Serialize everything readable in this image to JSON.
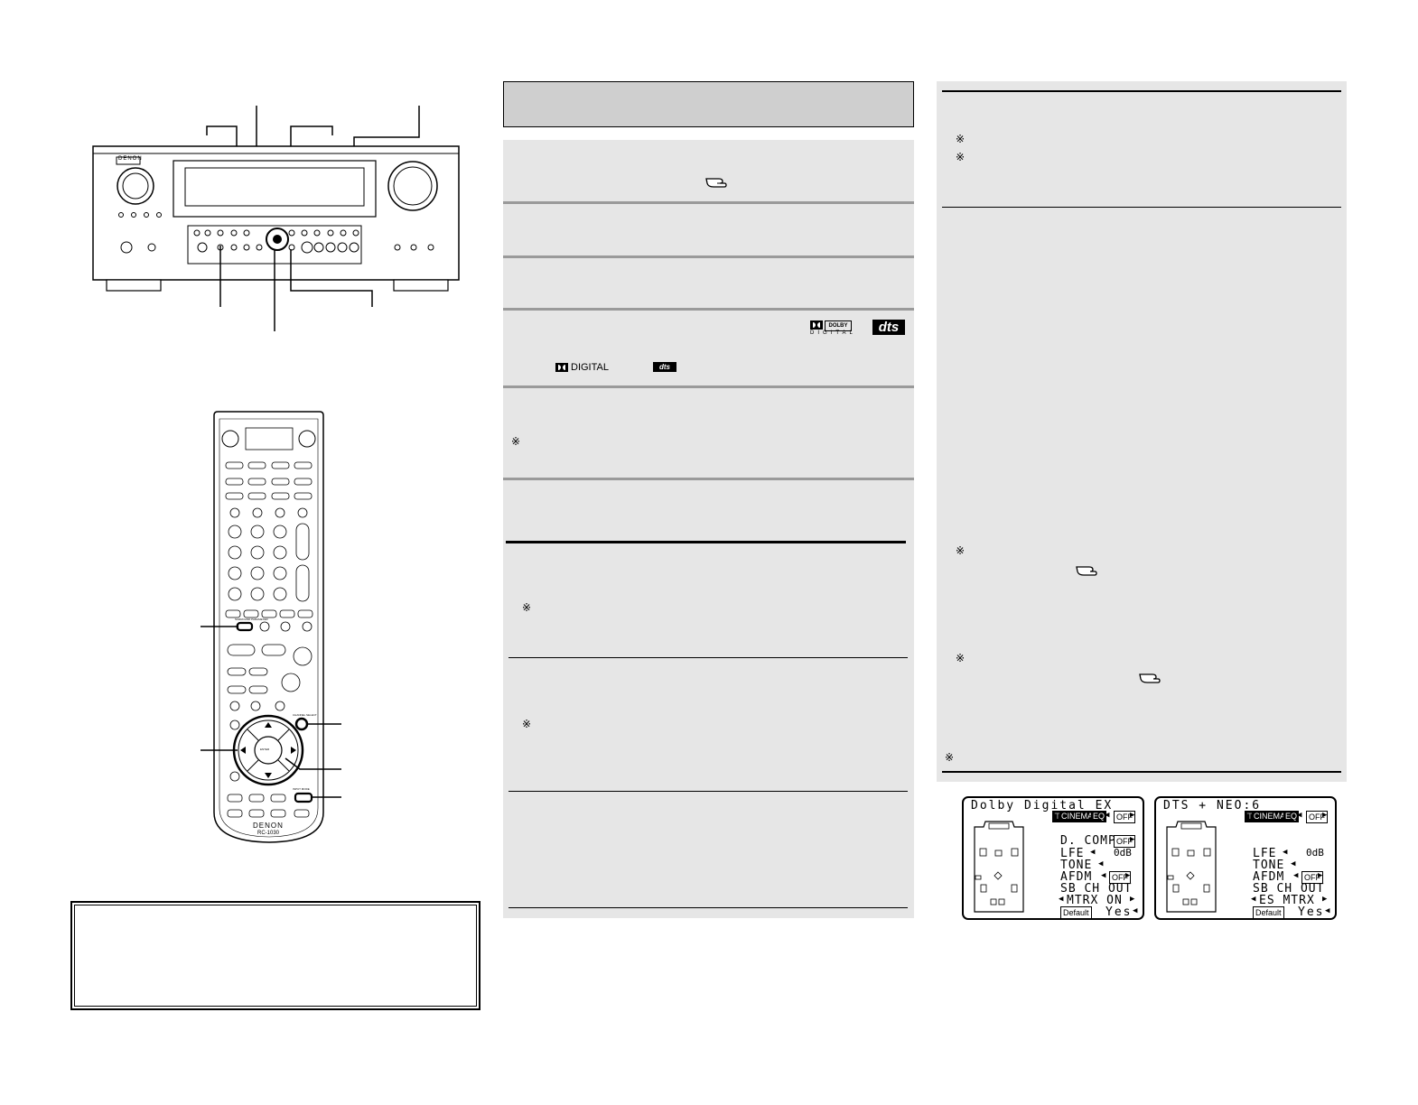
{
  "receiver": {
    "brand": "DENON"
  },
  "remote": {
    "brand": "DENON",
    "model": "RC-1030",
    "button_labels": [
      "SURROUND PARAMETER",
      "INPUT MODE",
      "CHANNEL SELECT",
      "ENTER"
    ]
  },
  "middle": {
    "ref_icon": "pointing-hand-icon",
    "dolby_logo": {
      "top": "DOLBY",
      "bottom": "DIGITAL"
    },
    "dts_logo": "dts",
    "inline_dolby": "DIGITAL",
    "inline_dts": "dts",
    "note_mark": "※"
  },
  "right": {
    "note_mark": "※"
  },
  "osd_dolby": {
    "title": "Dolby Digital EX",
    "tag_cinema": "CINEMA",
    "tag_eq": "EQ",
    "tag_off": "OFF",
    "rows": [
      {
        "label": "D. COMP",
        "value": "OFF"
      },
      {
        "label": "LFE",
        "value": "0dB"
      },
      {
        "label": "TONE",
        "value": ""
      },
      {
        "label": "AFDM",
        "value": "OFF"
      },
      {
        "label": "SB CH OUT",
        "value": ""
      },
      {
        "label": "MTRX ON",
        "value": ""
      }
    ],
    "default_label": "Default",
    "yes_label": "Yes"
  },
  "osd_dts": {
    "title": "DTS + NEO:6",
    "tag_cinema": "CINEMA",
    "tag_eq": "EQ",
    "tag_off": "OFF",
    "rows": [
      {
        "label": "LFE",
        "value": "0dB"
      },
      {
        "label": "TONE",
        "value": ""
      },
      {
        "label": "AFDM",
        "value": "OFF"
      },
      {
        "label": "SB CH OUT",
        "value": ""
      },
      {
        "label": "ES MTRX",
        "value": ""
      }
    ],
    "default_label": "Default",
    "yes_label": "Yes"
  }
}
